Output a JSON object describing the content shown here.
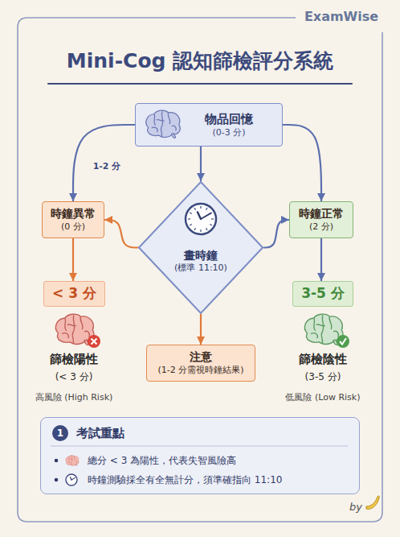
{
  "diagram": {
    "title": "Mini-Cog 認知篩檢評分系統",
    "nodes": [
      {
        "text": [
          "物品回憶",
          "(0-3 分)"
        ]
      },
      {
        "text": [
          "時鐘異常",
          "(0 分)"
        ]
      },
      {
        "text": [
          "畫時鐘",
          "(標準 11:10)"
        ]
      },
      {
        "text": [
          "時鐘正常",
          "(2 分)"
        ]
      },
      {
        "text": [
          "< 3 分"
        ]
      },
      {
        "text": [
          "3-5 分"
        ]
      },
      {
        "text": [
          "注意",
          "(1-2 分需視時鐘結果)"
        ]
      },
      {
        "text": [
          "考試重點",
          "總分 < 3 為陽性，代表失智風險高",
          "時鐘測驗採全有全無計分，須準確指向 11:10"
        ]
      },
      {
        "text": [
          "1"
        ],
        "in": 7
      }
    ],
    "edges": [
      {
        "from": 0,
        "to": 1,
        "arrow": "to",
        "label": "1-2 分"
      },
      {
        "from": 0,
        "to": 2,
        "arrow": "to"
      },
      {
        "from": 0,
        "to": 3,
        "arrow": "to"
      },
      {
        "from": 2,
        "to": 1,
        "arrow": "to"
      },
      {
        "from": 2,
        "to": 3,
        "arrow": "to"
      },
      {
        "from": 2,
        "to": 6,
        "arrow": "to"
      },
      {
        "from": 1,
        "to": 4,
        "arrow": "to"
      },
      {
        "from": 3,
        "to": 5,
        "arrow": "to"
      }
    ],
    "labels": [
      "ExamWise",
      "篩檢陽性",
      "(< 3 分)",
      "高風險 (High Risk)",
      "篩檢陰性",
      "(3-5 分)",
      "低風險 (Low Risk)",
      "by"
    ]
  }
}
